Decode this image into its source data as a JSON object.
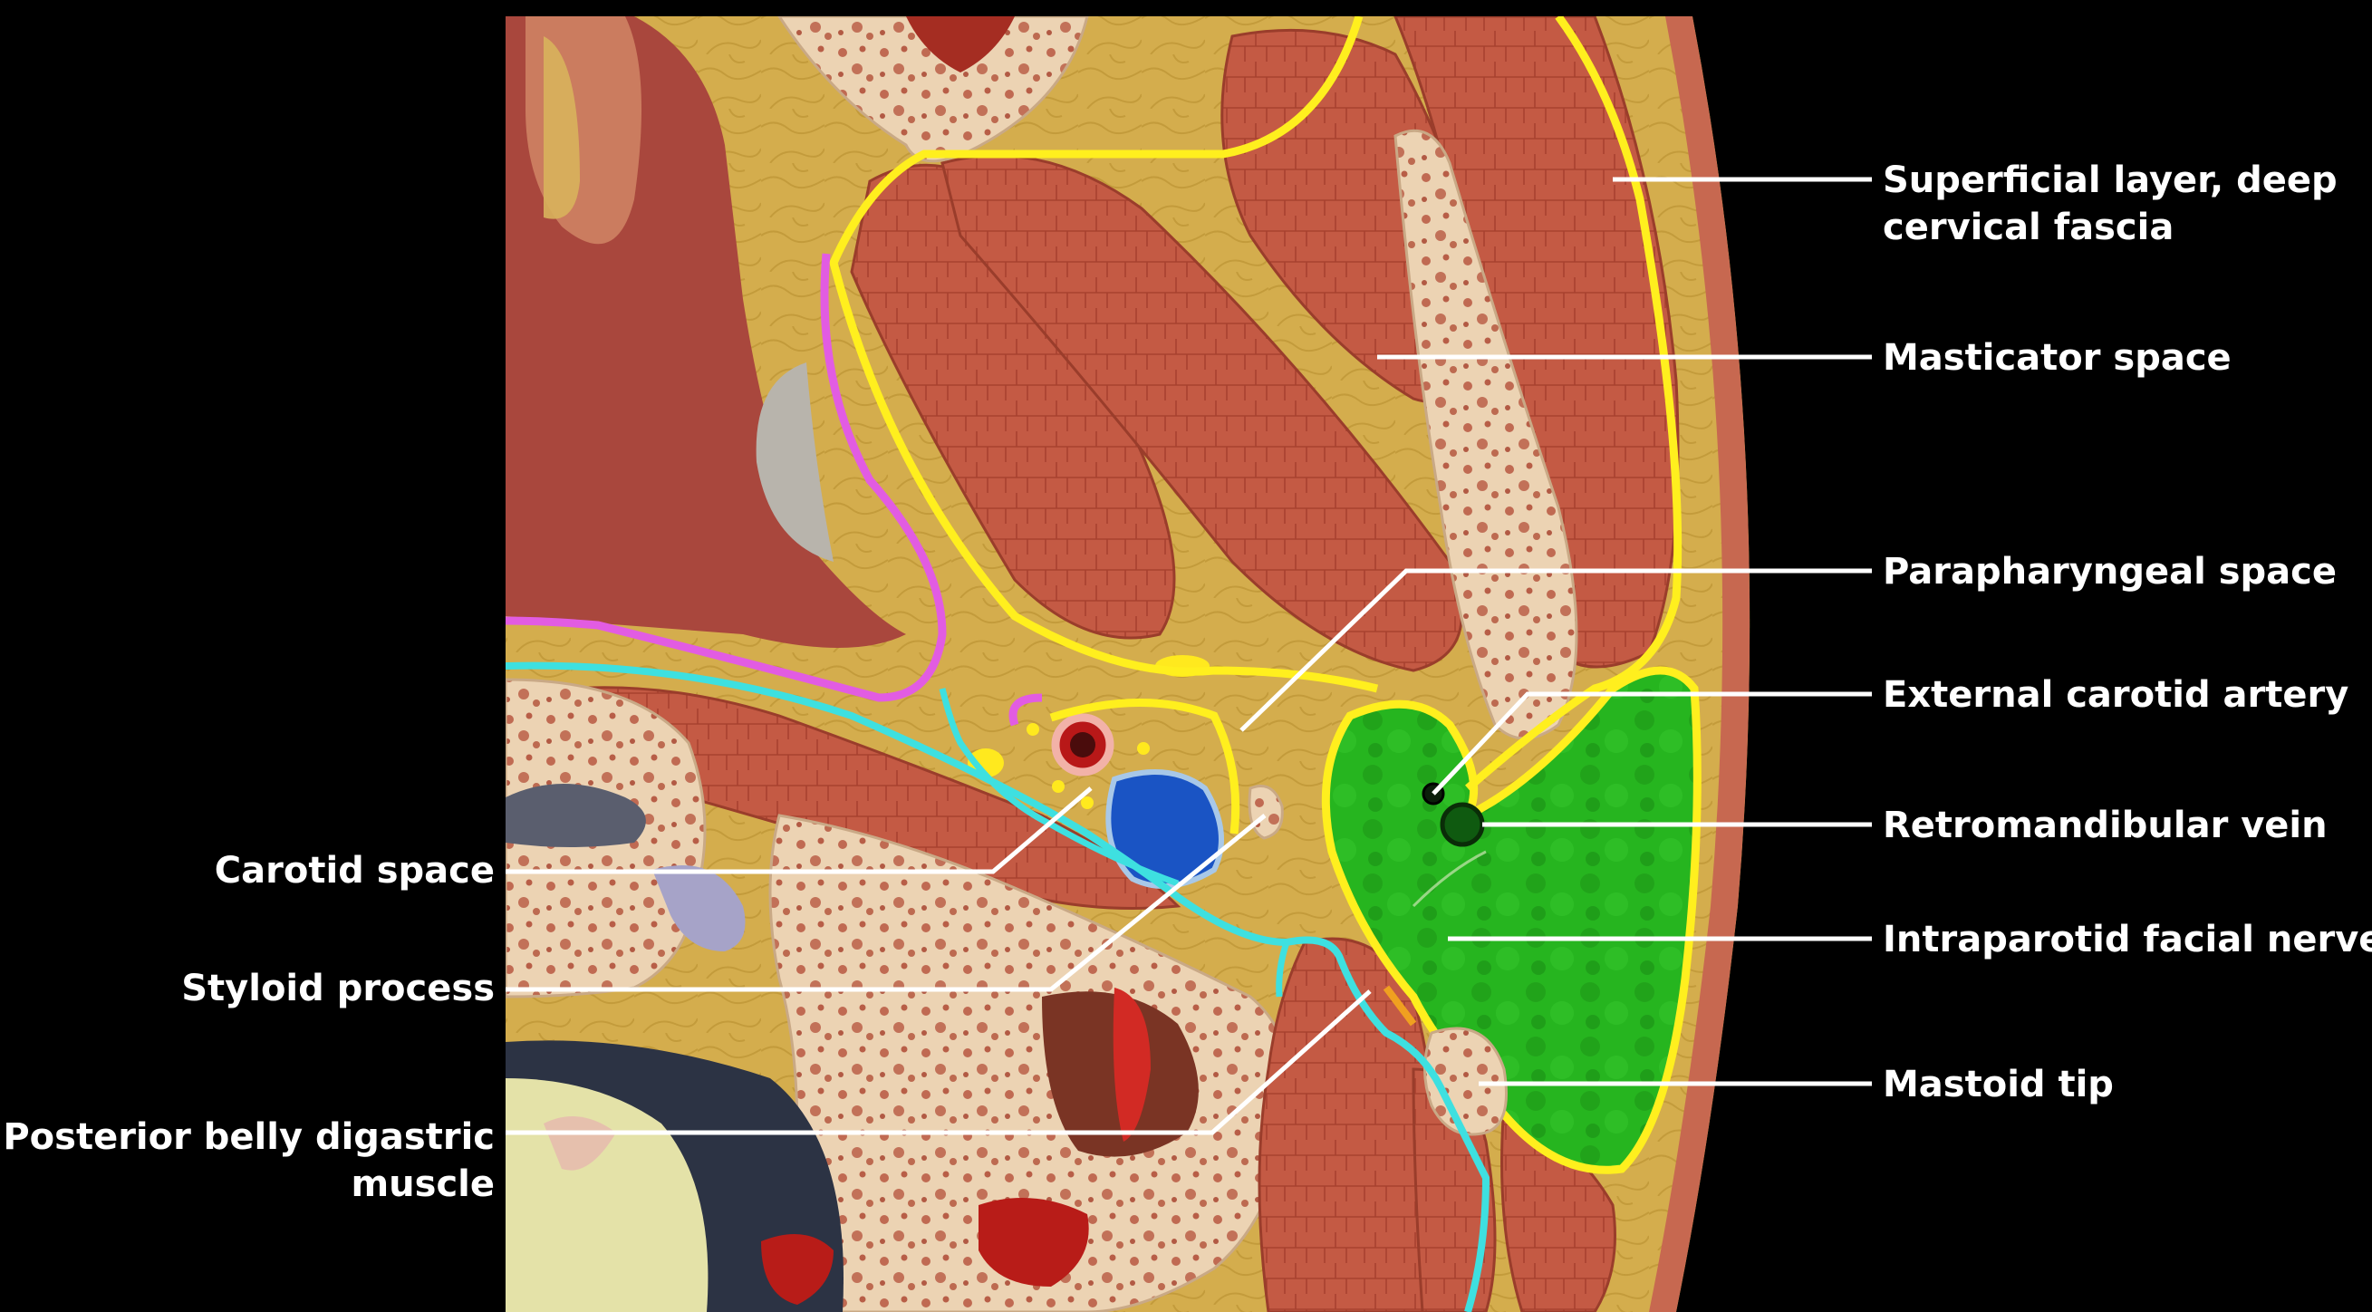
{
  "labels": {
    "superficial_layer_line1": "Superficial layer, deep",
    "superficial_layer_line2": "cervical fascia",
    "masticator_space": "Masticator space",
    "parapharyngeal_space": "Parapharyngeal space",
    "external_carotid_artery": "External carotid artery",
    "retromandibular_vein": "Retromandibular vein",
    "intraparotid_facial_nerve": "Intraparotid facial nerve",
    "mastoid_tip": "Mastoid tip",
    "carotid_space": "Carotid space",
    "styloid_process": "Styloid process",
    "posterior_belly_line1": "Posterior belly digastric",
    "posterior_belly_line2": "muscle"
  },
  "colors": {
    "background": "#000000",
    "fat": "#d2ac4c",
    "muscle": "#c45a44",
    "bone": "#ecd2b2",
    "parotid": "#25b51e",
    "superficial_fascia": "#ffef1e",
    "carotid_sheath_line": "#3ee0e0",
    "pharyngobasilar_line": "#e25ce2",
    "vein": "#1848b0",
    "artery": "#b81a1a"
  }
}
